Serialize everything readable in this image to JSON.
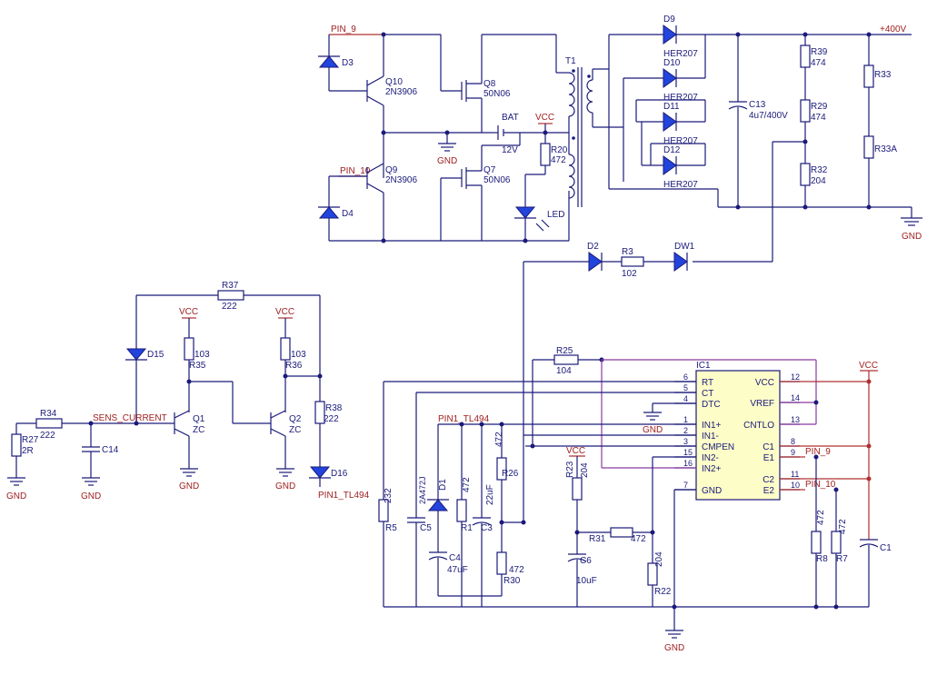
{
  "nets": {
    "pin9": "PIN_9",
    "pin10": "PIN_10",
    "vcc": "VCC",
    "gnd": "GND",
    "hv": "+400V",
    "sense": "SENS_CURRENT",
    "pin1": "PIN1_TL494"
  },
  "parts": {
    "D3": "D3",
    "D4": "D4",
    "Q10": "Q10",
    "Q10v": "2N3906",
    "Q9": "Q9",
    "Q9v": "2N3906",
    "Q8": "Q8",
    "Q8v": "50N06",
    "Q7": "Q7",
    "Q7v": "50N06",
    "BAT": "BAT",
    "BATv": "12V",
    "R20": "R20",
    "R20v": "472",
    "LED": "LED",
    "T1": "T1",
    "D9": "D9",
    "D10": "D10",
    "D11": "D11",
    "D12": "D12",
    "HER": "HER207",
    "C13": "C13",
    "C13v": "4u7/400V",
    "R39": "R39",
    "R39v": "474",
    "R29": "R29",
    "R29v": "474",
    "R32": "R32",
    "R32v": "204",
    "R33": "R33",
    "R33A": "R33A",
    "D2": "D2",
    "R3": "R3",
    "R3v": "102",
    "DW1": "DW1",
    "R37": "R37",
    "R37v": "222",
    "D15": "D15",
    "R35": "R35",
    "R35v": "103",
    "R36": "R36",
    "R36v": "103",
    "Q1": "Q1",
    "Q1v": "ZC",
    "Q2": "Q2",
    "Q2v": "ZC",
    "R38": "R38",
    "R38v": "222",
    "D16": "D16",
    "R34": "R34",
    "R34v": "222",
    "R27": "R27",
    "R27v": "2R",
    "C14": "C14",
    "R25": "R25",
    "R25v": "104",
    "R5": "R5",
    "R5v": "232",
    "C5": "C5",
    "C5v": "2A472J",
    "D1": "D1",
    "R1": "R1",
    "R1v": "472",
    "C3": "C3",
    "C3v": "22uF",
    "C4": "C4",
    "C4v": "47uF",
    "R26": "R26",
    "R26v": "472",
    "R30": "R30",
    "R30v": "472",
    "R23": "R23",
    "R23v": "204",
    "R31": "R31",
    "R31v": "472",
    "C6": "C6",
    "C6v": "10uF",
    "R22": "R22",
    "R22v": "204",
    "R8": "R8",
    "R8v": "472",
    "R7": "R7",
    "R7v": "472",
    "C1": "C1",
    "IC1": "IC1"
  },
  "ic": {
    "left_pins": [
      {
        "num": "6",
        "name": "RT"
      },
      {
        "num": "5",
        "name": "CT"
      },
      {
        "num": "4",
        "name": "DTC"
      },
      {
        "num": "1",
        "name": "IN1+"
      },
      {
        "num": "2",
        "name": "IN1-"
      },
      {
        "num": "3",
        "name": "CMPEN"
      },
      {
        "num": "15",
        "name": "IN2-"
      },
      {
        "num": "16",
        "name": "IN2+"
      },
      {
        "num": "7",
        "name": "GND"
      }
    ],
    "right_pins": [
      {
        "num": "12",
        "name": "VCC"
      },
      {
        "num": "14",
        "name": "VREF"
      },
      {
        "num": "13",
        "name": "CNTLO"
      },
      {
        "num": "8",
        "name": "C1"
      },
      {
        "num": "9",
        "name": "E1"
      },
      {
        "num": "11",
        "name": "C2"
      },
      {
        "num": "10",
        "name": "E2"
      }
    ]
  }
}
